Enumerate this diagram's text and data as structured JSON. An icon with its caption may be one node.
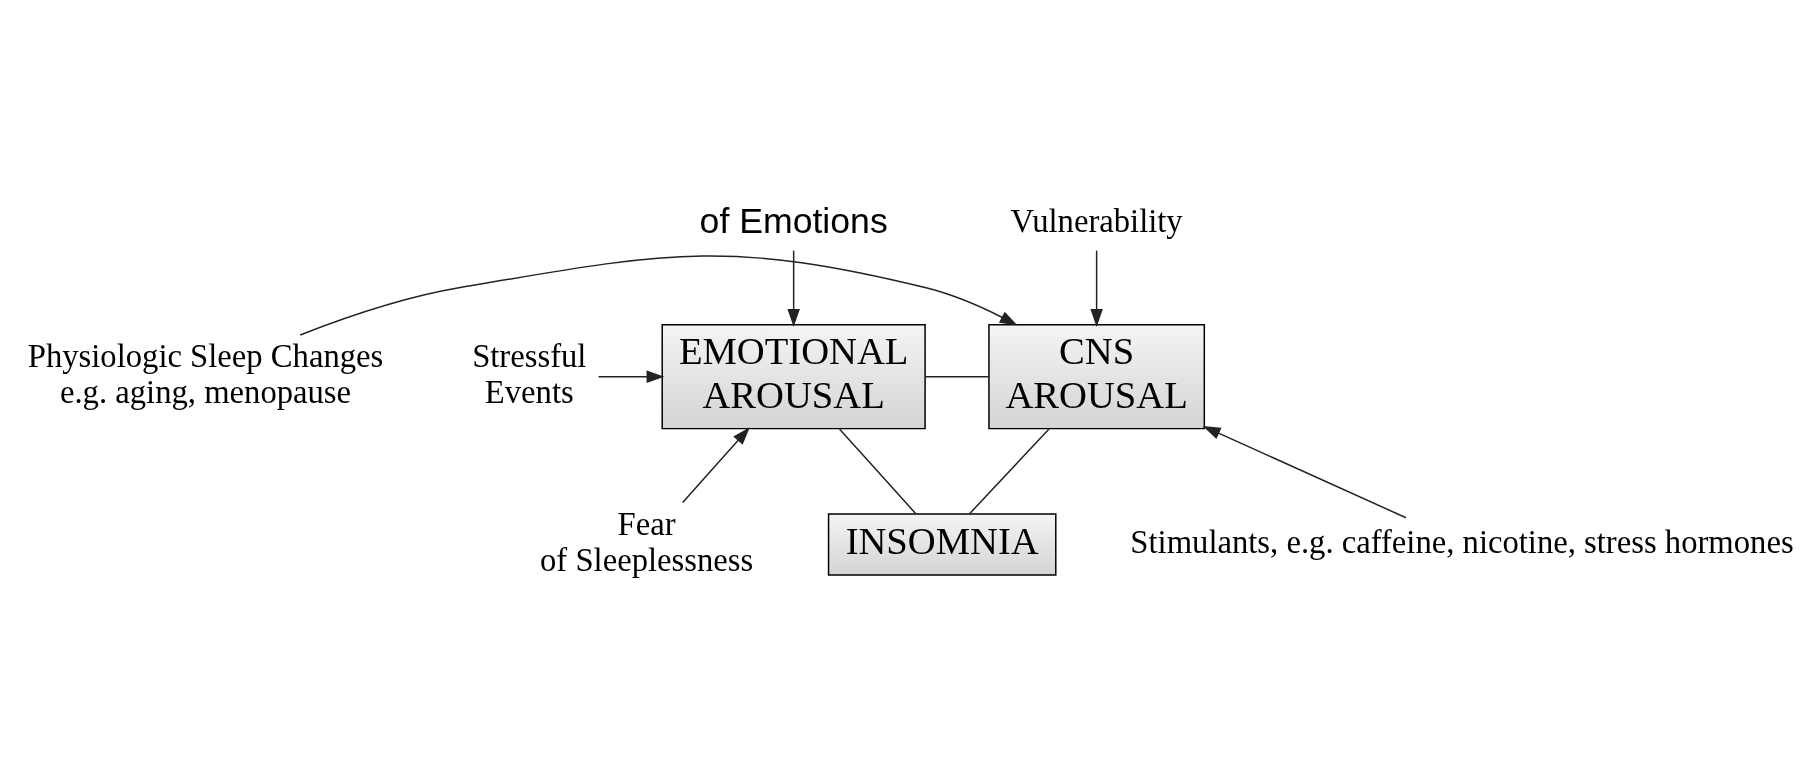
{
  "diagram": {
    "nodes": [
      {
        "text": [
          "of Emotions"
        ]
      },
      {
        "text": [
          "Vulnerability"
        ]
      },
      {
        "text": [
          "Stressful Events"
        ]
      },
      {
        "text": [
          "EMOTIONAL AROUSAL"
        ]
      },
      {
        "text": [
          "CNS AROUSAL"
        ]
      },
      {
        "text": [
          "Physiologic Sleep Changes",
          "e.g. aging, menopause"
        ]
      },
      {
        "text": [
          "Fear of Sleeplessness"
        ]
      },
      {
        "text": [
          "INSOMNIA"
        ]
      },
      {
        "text": [
          "Stimulants, e.g. caffeine, nicotine, stress hormones"
        ]
      }
    ],
    "edges": [
      {
        "from": 0,
        "to": 3,
        "arrow": "to"
      },
      {
        "from": 1,
        "to": 4,
        "arrow": "to"
      },
      {
        "from": 2,
        "to": 3,
        "arrow": "to"
      },
      {
        "from": 5,
        "to": 4,
        "arrow": "to"
      },
      {
        "from": 6,
        "to": 3,
        "arrow": "to"
      },
      {
        "from": 8,
        "to": 4,
        "arrow": "to"
      },
      {
        "from": 3,
        "to": 4,
        "arrow": "none"
      },
      {
        "from": 4,
        "to": 7,
        "arrow": "none"
      },
      {
        "from": 7,
        "to": 3,
        "arrow": "none"
      }
    ]
  }
}
